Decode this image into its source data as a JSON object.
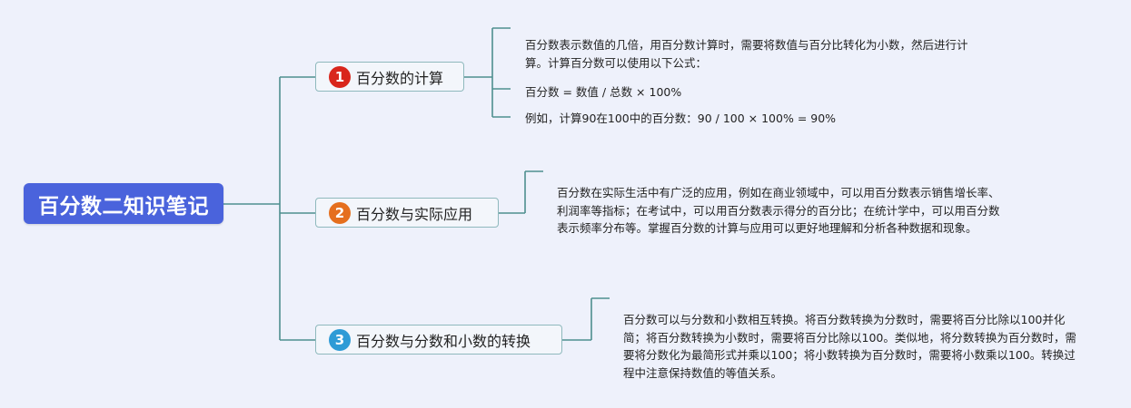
{
  "root": {
    "title": "百分数二知识笔记"
  },
  "colors": {
    "root_bg": "#4a63dc",
    "connector": "#4e8f8f",
    "badge_1": "#d9261c",
    "badge_2": "#e56f1e",
    "badge_3": "#2e9bd6"
  },
  "branches": [
    {
      "number": "1",
      "label": "百分数的计算",
      "notes": [
        "百分数表示数值的几倍，用百分数计算时，需要将数值与百分比转化为小数，然后进行计算。计算百分数可以使用以下公式：",
        "百分数 = 数值 / 总数 × 100%",
        "例如，计算90在100中的百分数：90 / 100 × 100% = 90%"
      ]
    },
    {
      "number": "2",
      "label": "百分数与实际应用",
      "notes": [
        "百分数在实际生活中有广泛的应用，例如在商业领域中，可以用百分数表示销售增长率、利润率等指标；在考试中，可以用百分数表示得分的百分比；在统计学中，可以用百分数表示频率分布等。掌握百分数的计算与应用可以更好地理解和分析各种数据和现象。"
      ]
    },
    {
      "number": "3",
      "label": "百分数与分数和小数的转换",
      "notes": [
        "百分数可以与分数和小数相互转换。将百分数转换为分数时，需要将百分比除以100并化简；将百分数转换为小数时，需要将百分比除以100。类似地，将分数转换为百分数时，需要将分数化为最简形式并乘以100；将小数转换为百分数时，需要将小数乘以100。转换过程中注意保持数值的等值关系。"
      ]
    }
  ]
}
